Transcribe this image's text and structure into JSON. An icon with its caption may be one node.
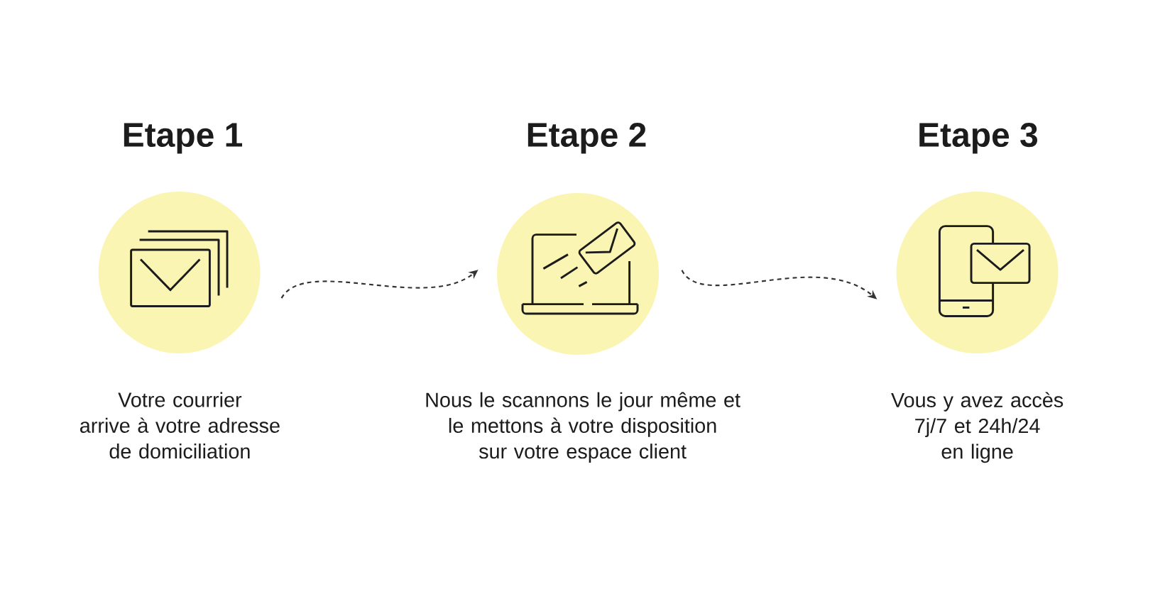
{
  "diagram": {
    "nodes": [
      {
        "text": [
          "Etape 1"
        ],
        "beside": [
          "Votre courrier arrive à votre adresse de domiciliation"
        ]
      },
      {
        "text": [
          "Etape 2"
        ],
        "beside": [
          "Nous le scannons le jour même et le mettons à votre disposition sur votre espace client"
        ]
      },
      {
        "text": [
          "Etape 3"
        ],
        "beside": [
          "Vous y avez accès 7j/7 et 24h/24 en ligne"
        ]
      }
    ],
    "edges": [
      {
        "from": 0,
        "to": 1,
        "arrow": "to",
        "style": "dashed"
      },
      {
        "from": 1,
        "to": 2,
        "arrow": "to",
        "style": "dashed"
      }
    ]
  }
}
